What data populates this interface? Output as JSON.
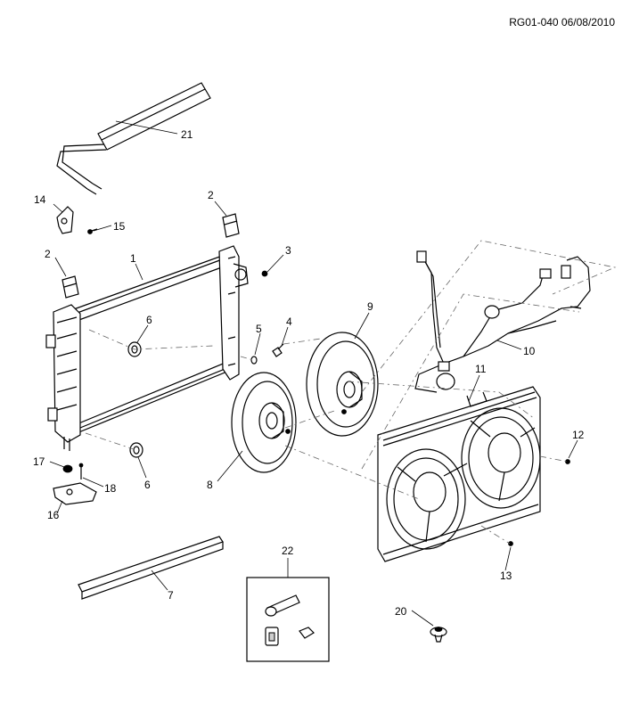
{
  "document": {
    "reference": "RG01-040 06/08/2010"
  },
  "callouts": {
    "c1": "1",
    "c2a": "2",
    "c2b": "2",
    "c3": "3",
    "c4": "4",
    "c5": "5",
    "c6a": "6",
    "c6b": "6",
    "c7": "7",
    "c8": "8",
    "c9": "9",
    "c10": "10",
    "c11": "11",
    "c12": "12",
    "c13": "13",
    "c14": "14",
    "c15": "15",
    "c16": "16",
    "c17": "17",
    "c18": "18",
    "c20": "20",
    "c21": "21",
    "c22": "22"
  }
}
